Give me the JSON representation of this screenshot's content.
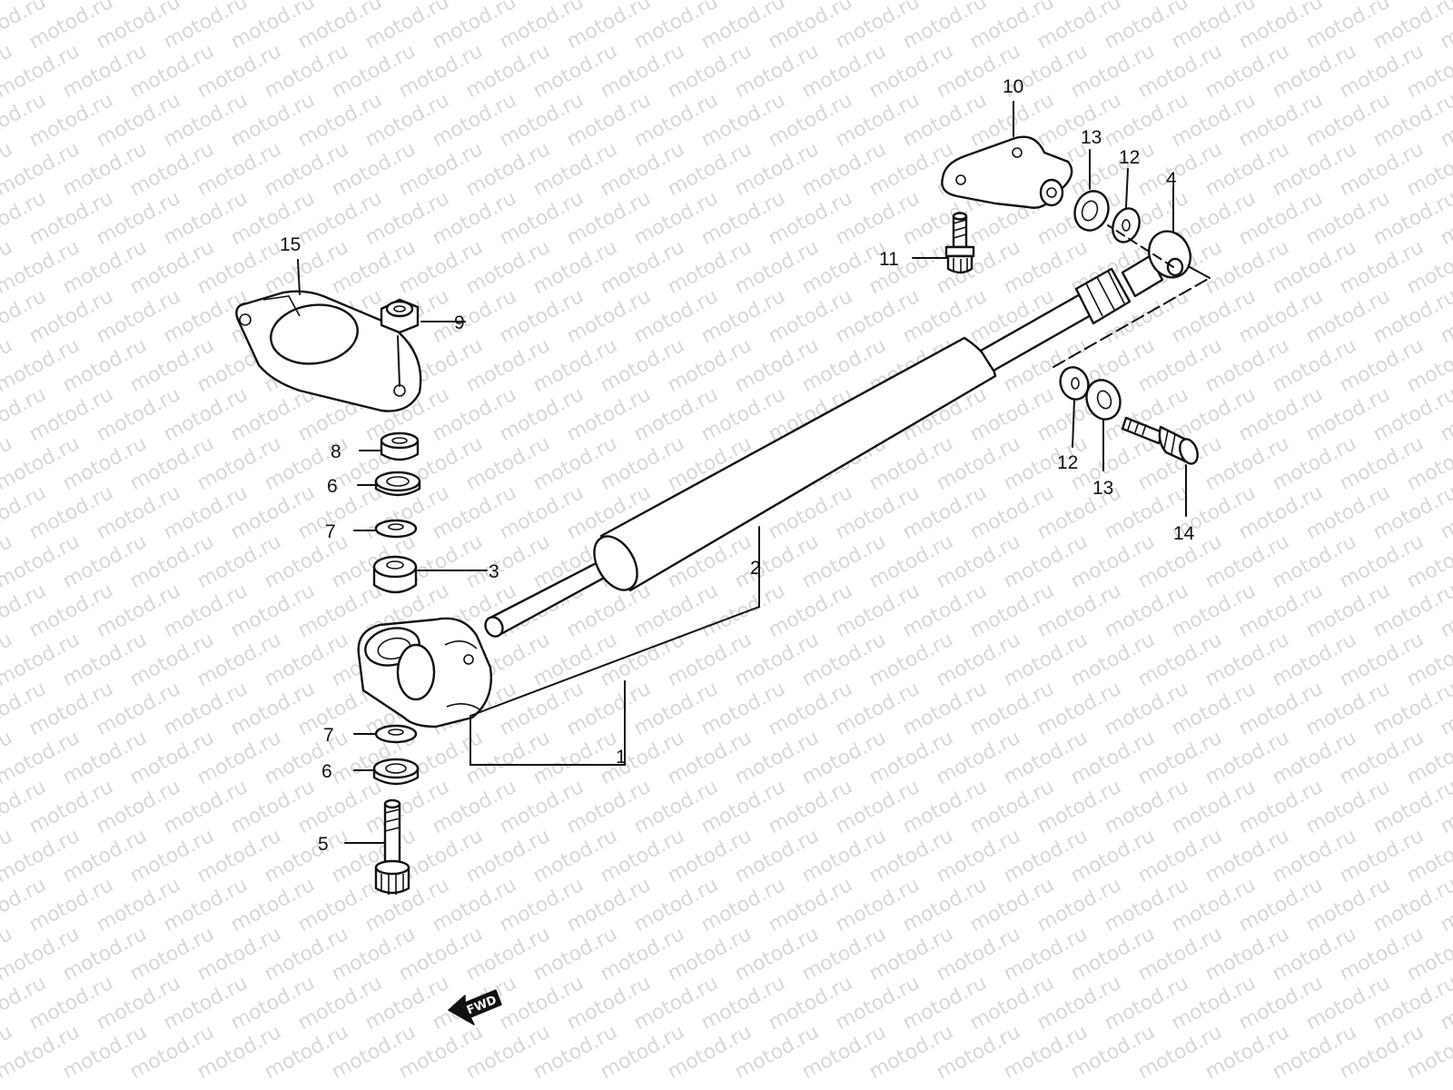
{
  "watermark": {
    "text": "motod.ru",
    "color": "#d6d6d6"
  },
  "direction_marker": {
    "label": "FWD",
    "icon": "forward-arrow-icon"
  },
  "callouts": [
    {
      "id": "c1",
      "label": "1"
    },
    {
      "id": "c2",
      "label": "2"
    },
    {
      "id": "c3",
      "label": "3"
    },
    {
      "id": "c4",
      "label": "4"
    },
    {
      "id": "c5",
      "label": "5"
    },
    {
      "id": "c6a",
      "label": "6"
    },
    {
      "id": "c6b",
      "label": "6"
    },
    {
      "id": "c7a",
      "label": "7"
    },
    {
      "id": "c7b",
      "label": "7"
    },
    {
      "id": "c8",
      "label": "8"
    },
    {
      "id": "c9",
      "label": "9"
    },
    {
      "id": "c10",
      "label": "10"
    },
    {
      "id": "c11",
      "label": "11"
    },
    {
      "id": "c12a",
      "label": "12"
    },
    {
      "id": "c12b",
      "label": "12"
    },
    {
      "id": "c13a",
      "label": "13"
    },
    {
      "id": "c13b",
      "label": "13"
    },
    {
      "id": "c14",
      "label": "14"
    },
    {
      "id": "c15",
      "label": "15"
    }
  ]
}
